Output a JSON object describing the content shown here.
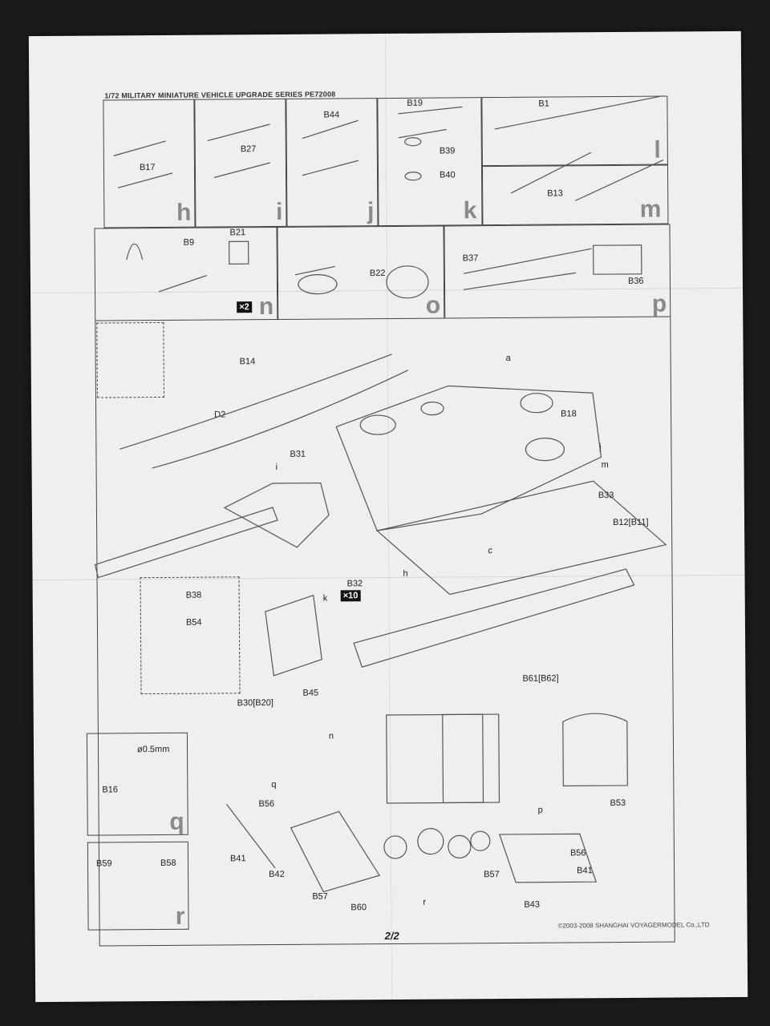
{
  "header": "1/72 MILITARY MINIATURE VEHICLE  UPGRADE SERIES PE72008",
  "copyright": "©2003-2008 SHANGHAI VOYAGERMODEL Co.,LTD",
  "page_number": "2/2",
  "panels": {
    "h": {
      "label": "h",
      "parts": [
        "B17"
      ]
    },
    "i": {
      "label": "i",
      "parts": [
        "B27"
      ]
    },
    "j": {
      "label": "j",
      "parts": [
        "B44"
      ]
    },
    "k": {
      "label": "k",
      "parts": [
        "B19",
        "B39",
        "B40"
      ]
    },
    "l": {
      "label": "l",
      "parts": [
        "B1"
      ]
    },
    "m": {
      "label": "m",
      "parts": [
        "B13"
      ]
    },
    "n": {
      "label": "n",
      "parts": [
        "B9",
        "B21"
      ],
      "badge": "×2"
    },
    "o": {
      "label": "o",
      "parts": [
        "B22"
      ]
    },
    "p": {
      "label": "p",
      "parts": [
        "B37",
        "B36"
      ]
    },
    "q": {
      "label": "q",
      "parts": [
        "B16"
      ],
      "note": "ø0.5mm"
    },
    "r": {
      "label": "r",
      "parts": [
        "B59",
        "B58"
      ]
    }
  },
  "main_callouts": [
    "a",
    "B18",
    "j",
    "m",
    "B33",
    "B12[B11]",
    "c",
    "h",
    "k",
    "B32",
    "i",
    "B31",
    "B14",
    "D2"
  ],
  "x10_badge": "×10",
  "inset_parts": [
    "B38",
    "B54"
  ],
  "lower_callouts": [
    "B30[B20]",
    "B45",
    "B61[B62]"
  ],
  "bottom_callouts": [
    "n",
    "q",
    "B56",
    "B41",
    "B42",
    "B57",
    "B60",
    "r",
    "p",
    "B53",
    "B56",
    "B57",
    "B41",
    "B43"
  ]
}
